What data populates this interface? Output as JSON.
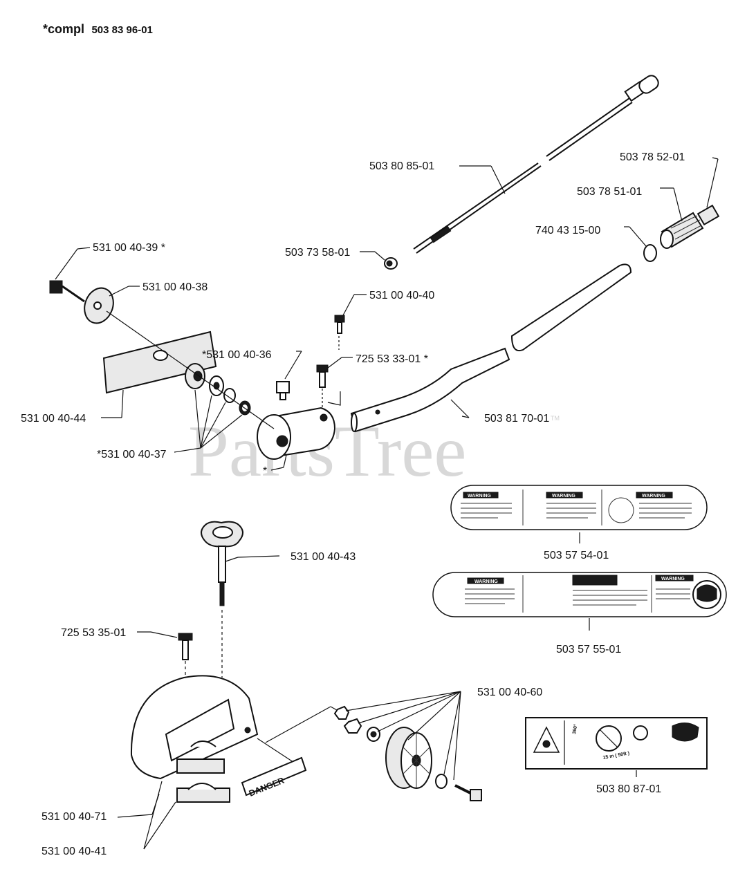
{
  "header": {
    "prefix": "*compl",
    "part_number": "503 83 96-01"
  },
  "watermark": {
    "text": "PartsTree",
    "trademark": "TM"
  },
  "decals": {
    "warning": "WARNING",
    "danger": "DANGER",
    "angle": "360°",
    "distance": "15 m ( 50ft )"
  },
  "parts": {
    "p1": "503  80 85-01",
    "p2": "503 78 52-01",
    "p3": "503 78 51-01",
    "p4": "740 43 15-00",
    "p5": "503 73 58-01",
    "p6": "531 00 40-39 *",
    "p7": "531 00 40-38",
    "p8": "531 00 40-40",
    "p9": "*531 00 40-36",
    "p10": "725 53 33-01 *",
    "p11": "531 00 40-44",
    "p12": "503 81 70-01",
    "p13": "*531 00 40-37",
    "p14": "*",
    "p15": "531 00 40-43",
    "p16": "503 57 54-01",
    "p17": "503 57 55-01",
    "p18": "725 53 35-01",
    "p19": "531 00 40-60",
    "p20": "503 80 87-01",
    "p21": "531 00 40-71",
    "p22": "531 00 40-41"
  }
}
